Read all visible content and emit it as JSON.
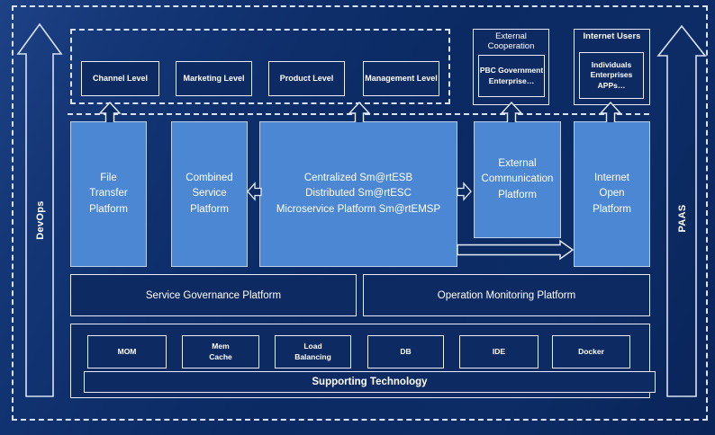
{
  "rails": {
    "devops": "DevOps",
    "paas": "PAAS"
  },
  "levels": {
    "items": [
      "Channel Level",
      "Marketing Level",
      "Product Level",
      "Management Level"
    ]
  },
  "external_cooperation": {
    "title": "External\nCooperation",
    "inner": "PBC Government\nEnterprise…"
  },
  "internet_users": {
    "title": "Internet Users",
    "inner": "Individuals\nEnterprises\nAPPs…"
  },
  "platforms": {
    "file_transfer": "File\nTransfer\nPlatform",
    "combined": "Combined\nService\nPlatform",
    "central": "Centralized Sm@rtESB\nDistributed Sm@rtESC\nMicroservice Platform Sm@rtEMSP",
    "external_comm": "External\nCommunication\nPlatform",
    "internet_open": "Internet\nOpen\nPlatform"
  },
  "governance": {
    "service": "Service Governance Platform",
    "monitoring": "Operation Monitoring Platform"
  },
  "supporting": {
    "title": "Supporting Technology",
    "items": [
      "MOM",
      "Mem\nCache",
      "Load\nBalancing",
      "DB",
      "IDE",
      "Docker"
    ]
  },
  "colors": {
    "background": "#0d2c66",
    "dark_box": "#0d2a62",
    "light_box": "#4c87d3",
    "line": "#e9eff9"
  }
}
